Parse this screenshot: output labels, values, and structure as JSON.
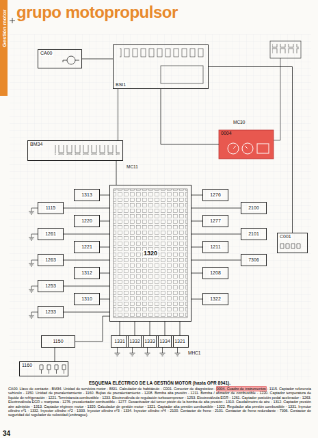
{
  "diagram": {
    "title": "grupo motopropulsor",
    "caption": "ESQUEMA ELÉCTRICO DE LA GESTIÓN MOTOR (hasta OPR 8941).",
    "nodes": [
      {
        "text": [
          "CA00"
        ]
      },
      {
        "text": [
          "BSI1"
        ]
      },
      {
        "text": [
          "BM34"
        ]
      },
      {
        "text": [
          "0004"
        ]
      },
      {
        "text": [
          "1320"
        ]
      },
      {
        "text": [
          "C001"
        ]
      },
      {
        "text": [
          "1313"
        ]
      },
      {
        "text": [
          "1220"
        ]
      },
      {
        "text": [
          "1221"
        ]
      },
      {
        "text": [
          "1312"
        ]
      },
      {
        "text": [
          "1310"
        ]
      },
      {
        "text": [
          "1115"
        ]
      },
      {
        "text": [
          "1261"
        ]
      },
      {
        "text": [
          "1263"
        ]
      },
      {
        "text": [
          "1253"
        ]
      },
      {
        "text": [
          "1233"
        ]
      },
      {
        "text": [
          "1276"
        ]
      },
      {
        "text": [
          "1277"
        ]
      },
      {
        "text": [
          "1211"
        ]
      },
      {
        "text": [
          "1208"
        ]
      },
      {
        "text": [
          "1322"
        ]
      },
      {
        "text": [
          "2100"
        ]
      },
      {
        "text": [
          "2101"
        ]
      },
      {
        "text": [
          "7306"
        ]
      },
      {
        "text": [
          "1331"
        ]
      },
      {
        "text": [
          "1332"
        ]
      },
      {
        "text": [
          "1333"
        ]
      },
      {
        "text": [
          "1334"
        ]
      },
      {
        "text": [
          "1321"
        ]
      },
      {
        "text": [
          "1150"
        ]
      },
      {
        "text": [
          "1160"
        ]
      }
    ],
    "edges": [
      {
        "from": 0,
        "to": 1,
        "arrow": "none"
      },
      {
        "from": 1,
        "to": 2,
        "arrow": "none"
      },
      {
        "from": 1,
        "to": 3,
        "arrow": "none"
      },
      {
        "from": 5,
        "to": 1,
        "arrow": "none"
      },
      {
        "from": 2,
        "to": 4,
        "arrow": "none"
      },
      {
        "from": 6,
        "to": 4,
        "arrow": "none"
      },
      {
        "from": 7,
        "to": 4,
        "arrow": "none"
      },
      {
        "from": 8,
        "to": 4,
        "arrow": "none"
      },
      {
        "from": 9,
        "to": 4,
        "arrow": "none"
      },
      {
        "from": 10,
        "to": 4,
        "arrow": "none"
      },
      {
        "from": 11,
        "to": 4,
        "arrow": "none"
      },
      {
        "from": 12,
        "to": 4,
        "arrow": "none"
      },
      {
        "from": 13,
        "to": 4,
        "arrow": "none"
      },
      {
        "from": 14,
        "to": 4,
        "arrow": "none"
      },
      {
        "from": 15,
        "to": 4,
        "arrow": "none"
      },
      {
        "from": 16,
        "to": 4,
        "arrow": "none"
      },
      {
        "from": 17,
        "to": 4,
        "arrow": "none"
      },
      {
        "from": 18,
        "to": 4,
        "arrow": "none"
      },
      {
        "from": 19,
        "to": 4,
        "arrow": "none"
      },
      {
        "from": 20,
        "to": 4,
        "arrow": "none"
      },
      {
        "from": 21,
        "to": 4,
        "arrow": "none"
      },
      {
        "from": 22,
        "to": 4,
        "arrow": "none"
      },
      {
        "from": 23,
        "to": 4,
        "arrow": "none"
      },
      {
        "from": 24,
        "to": 4,
        "arrow": "none"
      },
      {
        "from": 25,
        "to": 4,
        "arrow": "none"
      },
      {
        "from": 26,
        "to": 4,
        "arrow": "none"
      },
      {
        "from": 27,
        "to": 4,
        "arrow": "none"
      },
      {
        "from": 28,
        "to": 4,
        "arrow": "none"
      },
      {
        "from": 29,
        "to": 4,
        "arrow": "none"
      },
      {
        "from": 29,
        "to": 30,
        "arrow": "none"
      }
    ],
    "labels": [
      "Gestión motor",
      "34",
      "MC30",
      "MC11",
      "MHC1",
      "CA00. Llave de contacto -",
      "BM34. Unidad de servicios motor -",
      "BSI1. Calculador de habitáculo -",
      "C001. Conector de diagnóstico -",
      "0004. Cuadro de instrumentos",
      "- 1115. Captador referencia vehículo -",
      "1150. Unidad de precalentamiento -",
      "1160. Bujías de precalentamiento -",
      "1208. Bomba alta presión -",
      "1211. Bomba / aforador de combustible -",
      "1220. Captador temperatura de líquido de refrigeración -",
      "1221. Termistancia combustible -",
      "1233. Electroválvula de regulación turbocompresor -",
      "1253. Electroválvula EGR -",
      "1261. Captador posición pedal acelerador -",
      "1263. Electroválvula EGR + mariposa -",
      "1276. precalentador combustible -",
      "1277. Desactivador del tercer pistón de la bomba de alta presión -",
      "1310. Caudalímetro de aire -",
      "1312. Captador presión aire admisión -",
      "1313. Captador régimen motor -",
      "1320. Calculador de gestión motor -",
      "1321. Captador alta presión combustible -",
      "1322. Regulador alta presión combustible -",
      "1331. Inyector cilindro nº1 -",
      "1332. Inyector cilindro nº2 -",
      "1333. Inyector cilindro nº3 -",
      "1334. Inyector cilindro nº4 -",
      "2100. Contactor de freno -",
      "2101. Contactor de freno redundante -",
      "7306. Contactor de seguridad del regulador de velocidad (embrague)."
    ]
  }
}
